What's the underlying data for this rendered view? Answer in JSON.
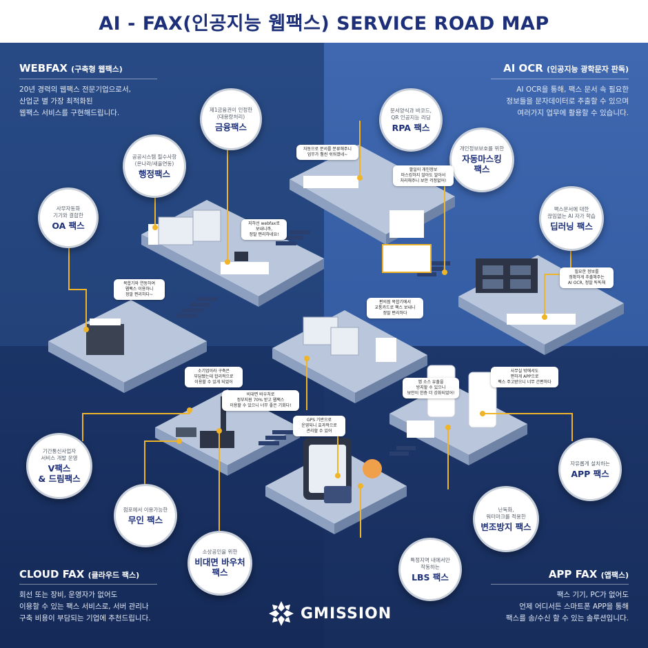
{
  "title": "AI - FAX(인공지능 웹팩스) SERVICE ROAD MAP",
  "sections": {
    "webfax": {
      "title": "WEBFAX",
      "sub": "(구축형 웹팩스)",
      "desc": "20년 경력의 웹팩스 전문기업으로서,\n산업군 별 가장 최적화된\n웹팩스 서비스를 구현해드립니다."
    },
    "aiocr": {
      "title": "AI OCR",
      "sub": "(인공지능 광학문자 판독)",
      "desc": "AI OCR을 통해, 팩스 문서 속 필요한\n정보들을 문자데이터로 추출할 수 있으며\n여러가지 업무에 활용할 수 있습니다."
    },
    "cloudfax": {
      "title": "CLOUD FAX",
      "sub": "(클라우드 팩스)",
      "desc": "회선 또는 장비, 운영자가 없어도\n이용할 수 있는 팩스 서비스로, 서버 관리나\n구축 비용이 부담되는 기업에 추천드립니다."
    },
    "appfax": {
      "title": "APP FAX",
      "sub": "(앱팩스)",
      "desc": "팩스 기기, PC가 없어도\n언제 어디서든 스마트폰 APP을 통해\n팩스를 송/수신 할 수 있는 솔루션입니다."
    }
  },
  "bubbles": {
    "finance": {
      "small": "제1금융권이 인정한\n(대용량처리)",
      "large": "금융팩스"
    },
    "admin": {
      "small": "공공시스템 필수사항\n(온나라/새올연동)",
      "large": "행정팩스"
    },
    "oa": {
      "small": "사무자동화\n기기와 결합한",
      "large": "OA 팩스"
    },
    "rpa": {
      "small": "문서양식과 바코드,\nQR 인공지능 리딩",
      "large": "RPA 팩스"
    },
    "masking": {
      "small": "개인정보보호를 위한",
      "large": "자동마스킹\n팩스"
    },
    "deep": {
      "small": "팩스문서에 대한\n끊임없는 AI 자가 학습",
      "large": "딥러닝 팩스"
    },
    "vfax": {
      "small": "기간통신사업자\n서비스 개발 운영",
      "large": "V팩스\n& 드림팩스"
    },
    "unmanned": {
      "small": "점포에서 이용가능한",
      "large": "무인 팩스"
    },
    "voucher": {
      "small": "소상공인을 위한",
      "large": "비대면 바우처\n팩스"
    },
    "lbs": {
      "small": "특정지역 내에서만\n작동하는",
      "large": "LBS 팩스"
    },
    "forgery": {
      "small": "난독화,\n워터마크를 적용한",
      "large": "변조방지 팩스"
    },
    "app": {
      "small": "자유롭게 설치하는",
      "large": "APP 팩스"
    }
  },
  "notes": {
    "n1": "자동으로 문서를 분류해주니\n업무가 훨씬 쉬워졌네~",
    "n2": "팔일이 개인정보\n마스킹하지 않아도 알아서\n처리해주니 보안 걱정없어!",
    "n3": "지하선 webfax로\n보내니까,\n정말 편리하네요!",
    "n4": "복합기와 연동하여\n웹팩스 이용하니\n정말 편리하다~",
    "n5": "필요한 정보를\n정확하게 추출해주는\nAI OCR, 정말 똑똑해",
    "n6": "편의점 복합기에서\n교통카드로 팩스 보내니\n정말 편리하다",
    "n7": "소기업이라 구축은\n부담됐는데 합리적으로\n이용할 수 있게 되었어",
    "n8": "비대면 바우처로\n정부지원 70% 받고 웹팩스\n이용할 수 있으니 너무 좋은 기회다!",
    "n9": "GPS 기반으로\n운영되니 효과적으로\n관리할 수 있어",
    "n10": "앱 소스 유출을\n방지할 수 있으니\n보안이 한층 더 강화되었어!",
    "n11": "사무실 밖에서도\n편하게 APP으로\n팩스 주고받으니 너무 간편하다"
  },
  "brand": {
    "name": "GMISSION"
  },
  "colors": {
    "navy": "#1c2f78",
    "accent": "#f0b429",
    "white": "#ffffff"
  }
}
